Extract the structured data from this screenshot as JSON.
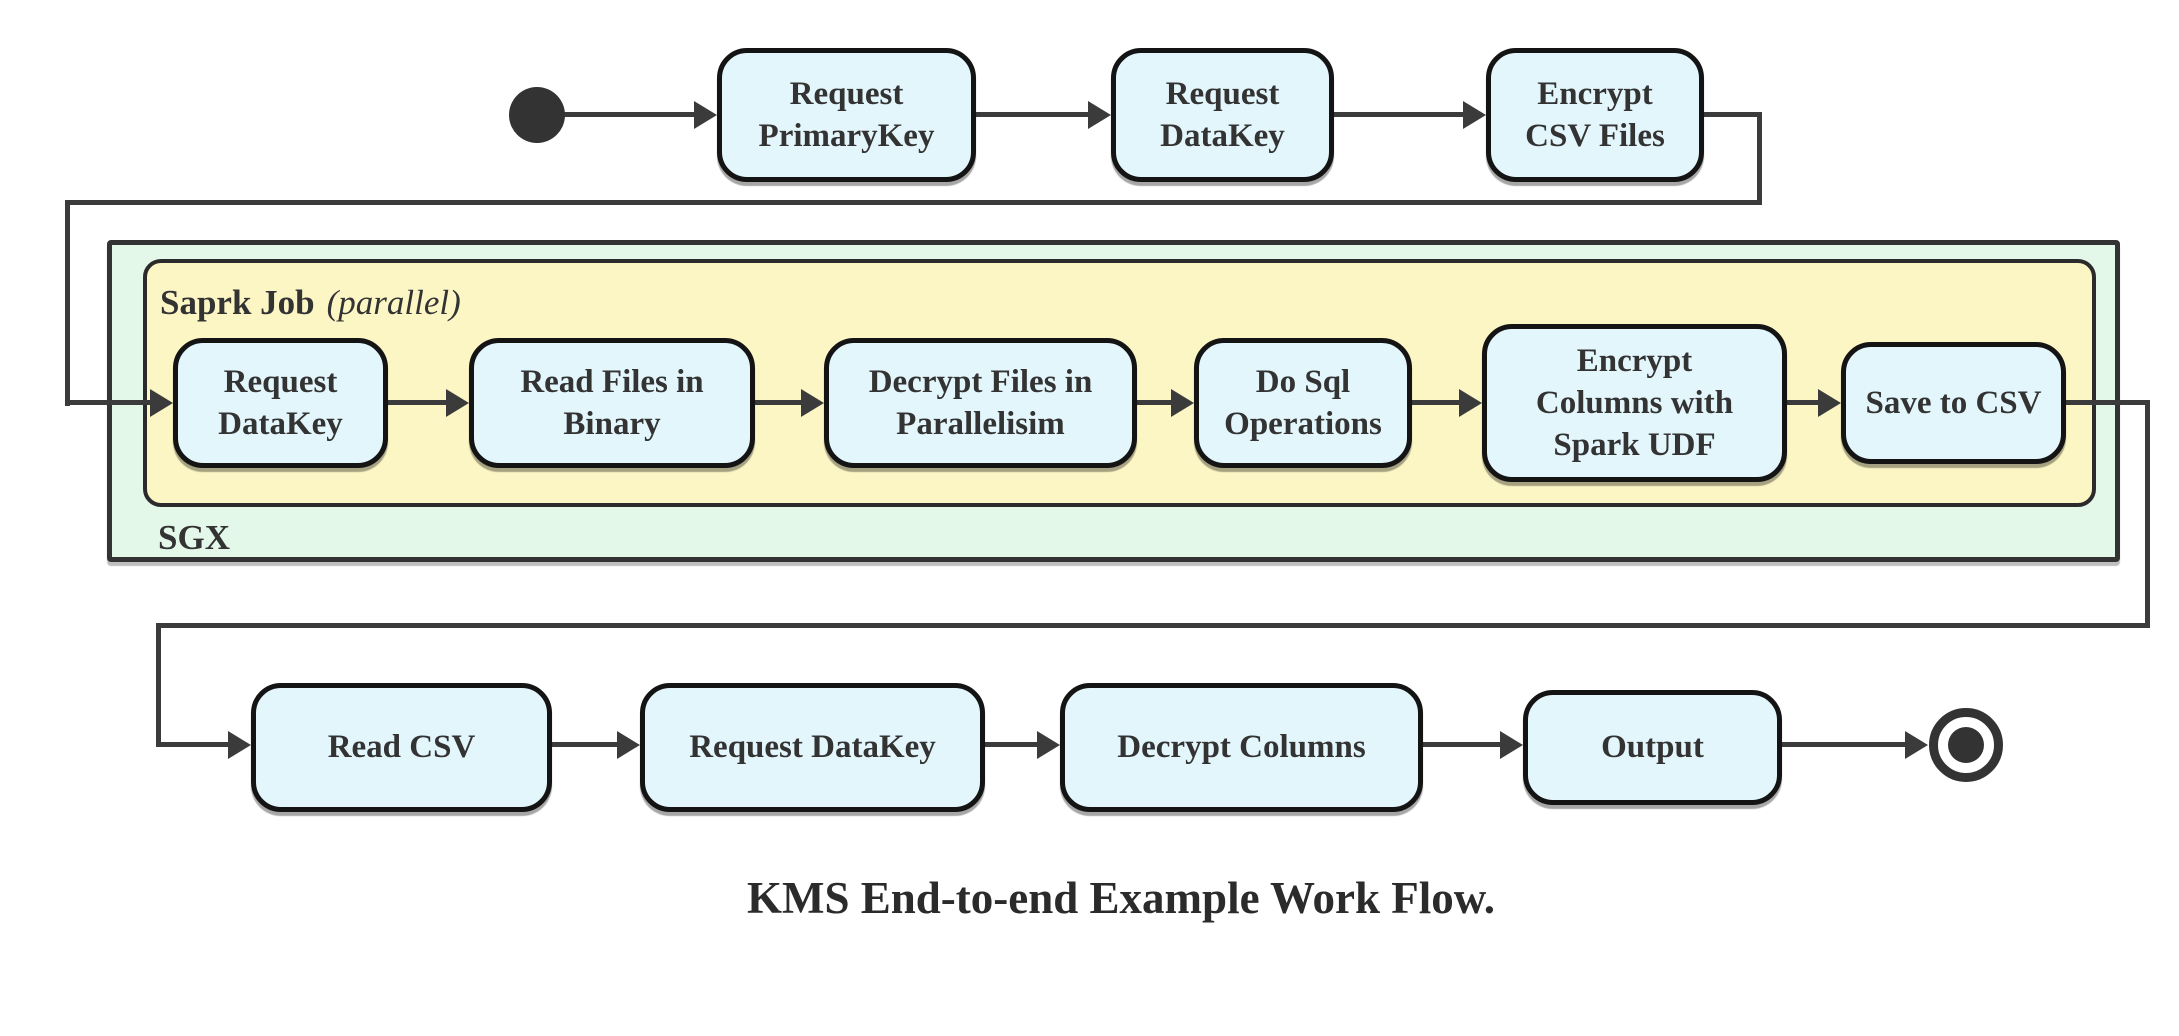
{
  "diagram": {
    "caption": "KMS End-to-end Example Work Flow.",
    "colors": {
      "state_fill": "#e3f6fc",
      "state_border": "#141414",
      "spark_container_fill": "#fcf6c5",
      "sgx_container_fill": "#e3f8e8",
      "edge_line": "#3b3b3b",
      "text": "#333333"
    },
    "top_row": {
      "states": [
        {
          "label": "Request PrimaryKey"
        },
        {
          "label": "Request DataKey"
        },
        {
          "label": "Encrypt CSV Files"
        }
      ]
    },
    "sgx": {
      "label": "SGX",
      "spark_job": {
        "title": "Saprk Job",
        "title_note": "(parallel)",
        "states": [
          {
            "label": "Request DataKey"
          },
          {
            "label": "Read Files in Binary"
          },
          {
            "label": "Decrypt Files in Parallelisim"
          },
          {
            "label": "Do Sql Operations"
          },
          {
            "label": "Encrypt Columns with Spark UDF"
          },
          {
            "label": "Save to CSV"
          }
        ]
      }
    },
    "bottom_row": {
      "states": [
        {
          "label": "Read CSV"
        },
        {
          "label": "Request DataKey"
        },
        {
          "label": "Decrypt Columns"
        },
        {
          "label": "Output"
        }
      ]
    }
  }
}
